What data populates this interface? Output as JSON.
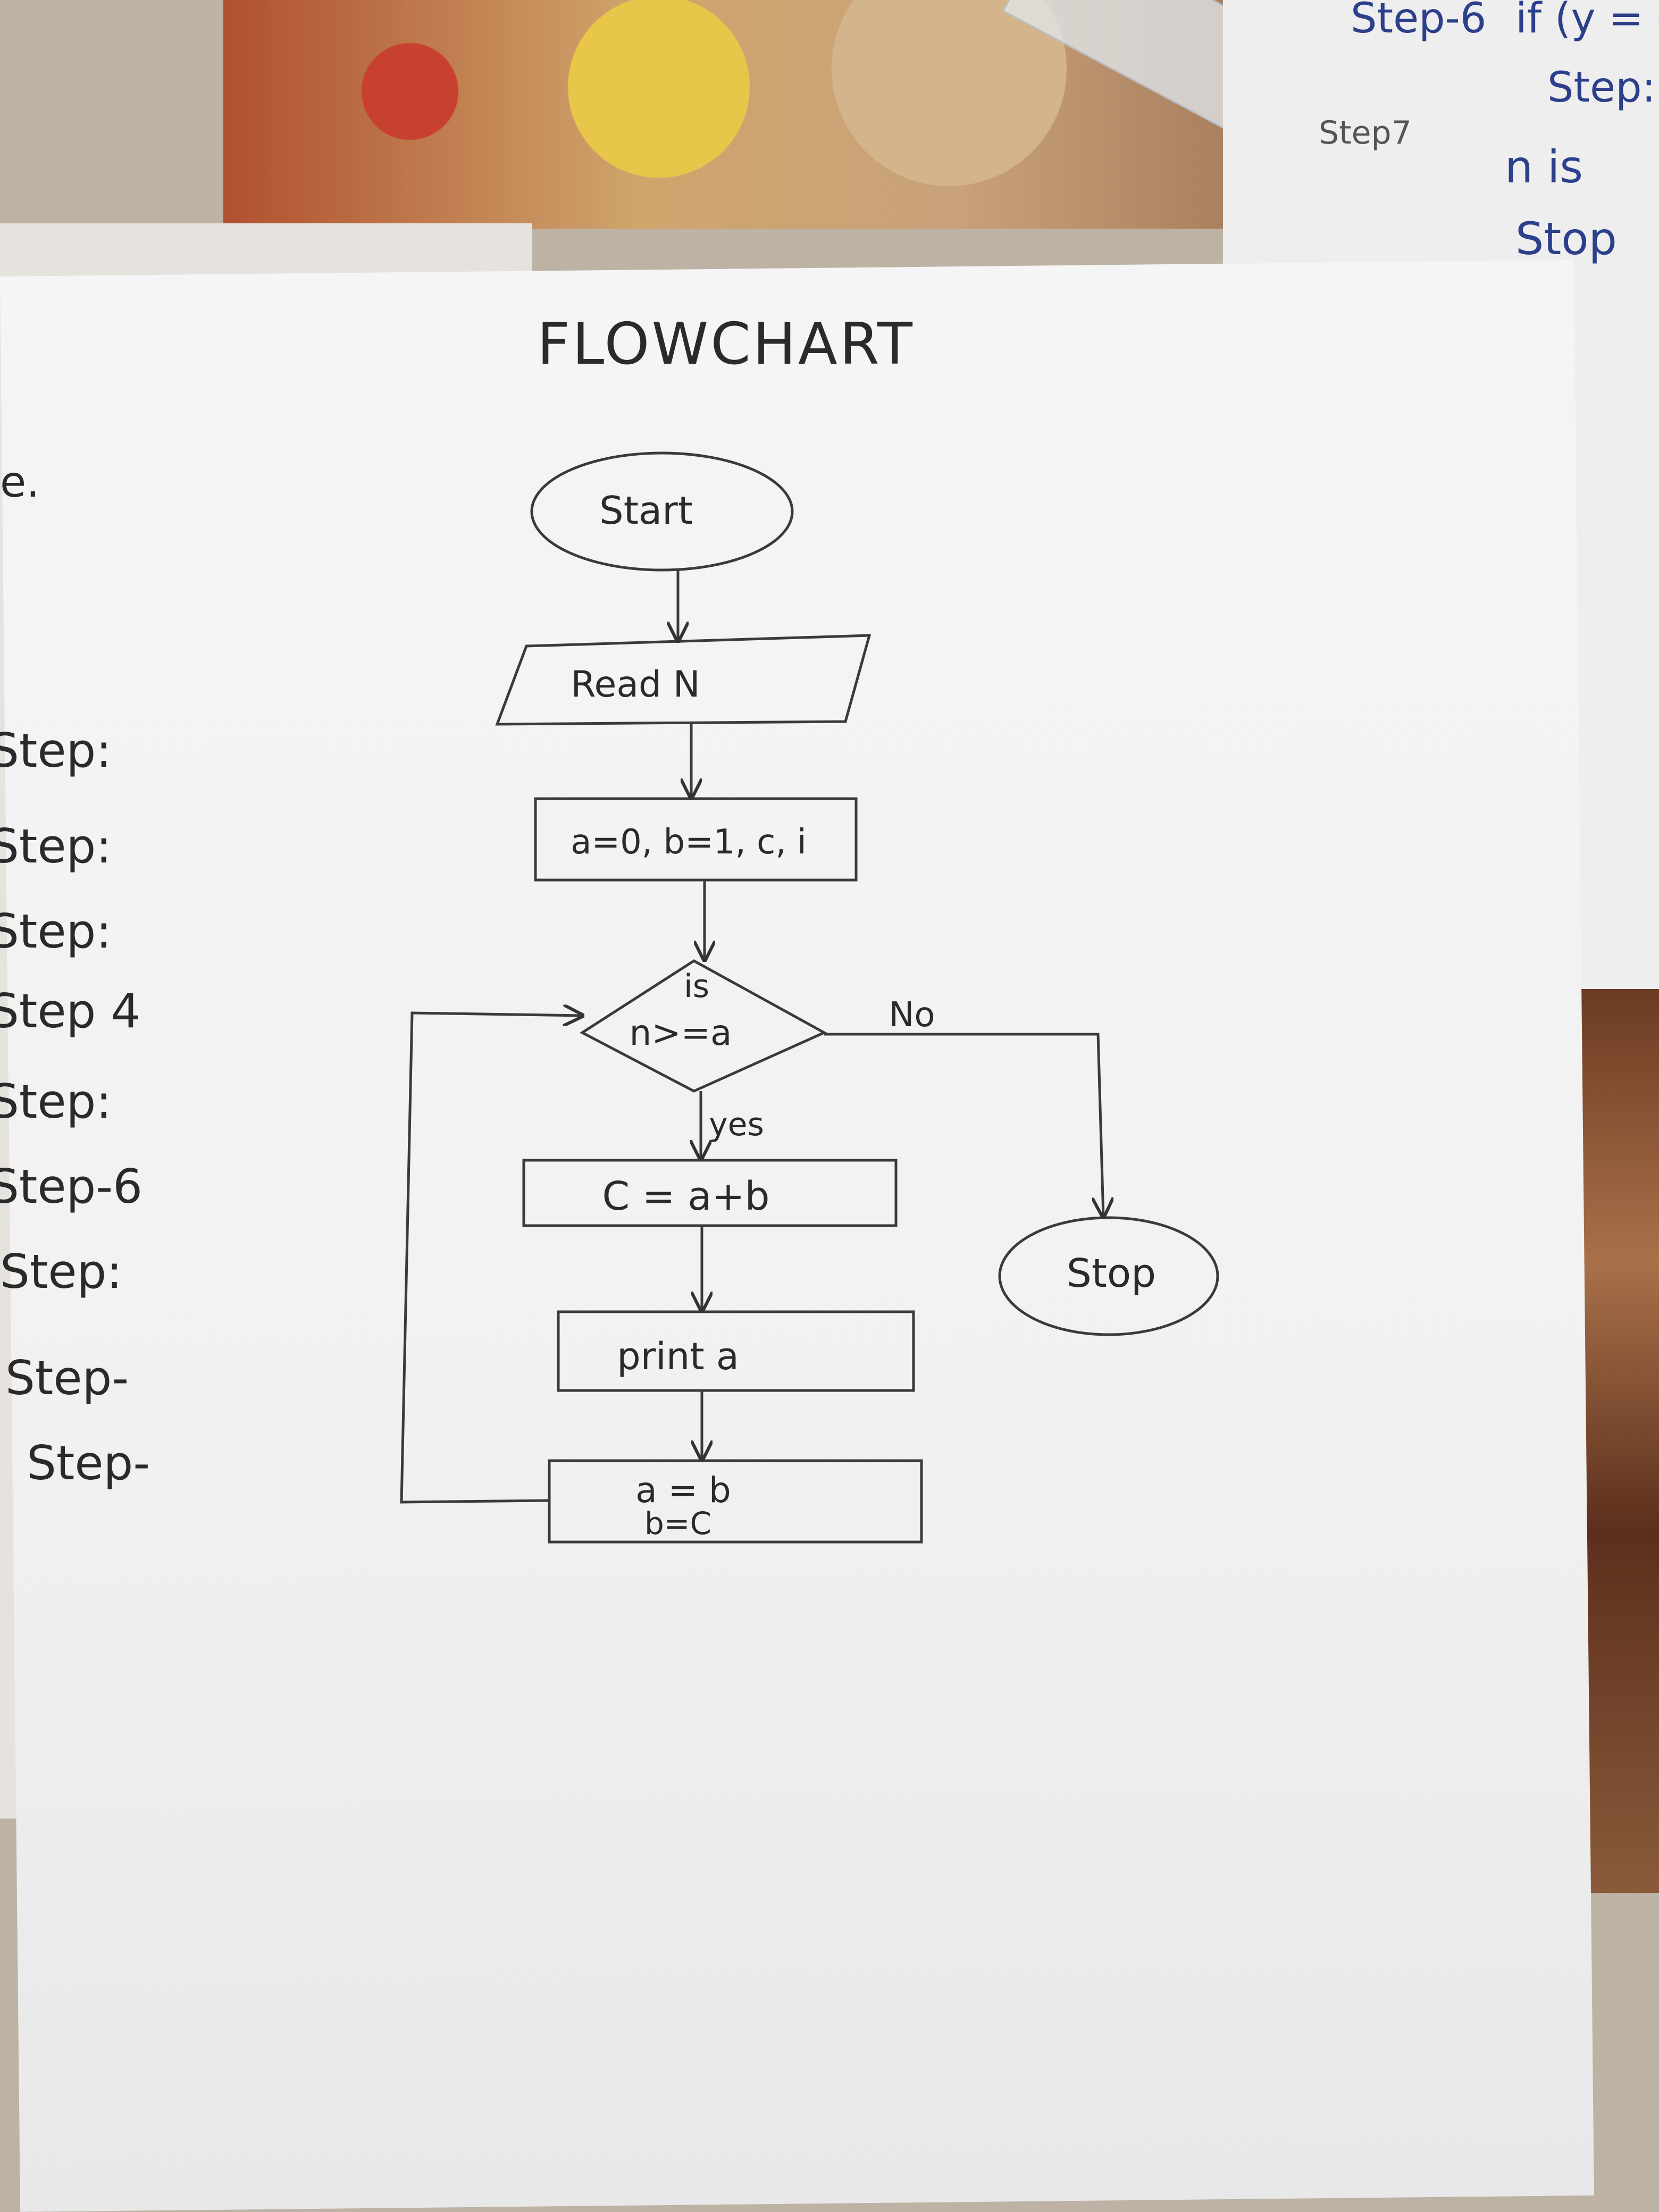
{
  "page": {
    "title": "FLOWCHART"
  },
  "flowchart": {
    "start": "Start",
    "input": "Read N",
    "init": "a=0, b=1, c, i",
    "decision_line1": "is",
    "decision_line2": "n>=a",
    "yes_label": "yes",
    "no_label": "No",
    "sum": "C = a+b",
    "print": "print a",
    "update_line1": "a = b",
    "update_line2": "b=C",
    "stop": "Stop"
  },
  "background_notes": {
    "left_margin": [
      "e.",
      "Step:",
      "Step:",
      "Step:",
      "Step 4",
      "Step:",
      "Step-6",
      "Step:",
      "Step-",
      "Step-"
    ],
    "top_right": [
      "Step-6",
      "if (y = c",
      "Step:",
      "Step7",
      "n is",
      "Stop"
    ]
  }
}
